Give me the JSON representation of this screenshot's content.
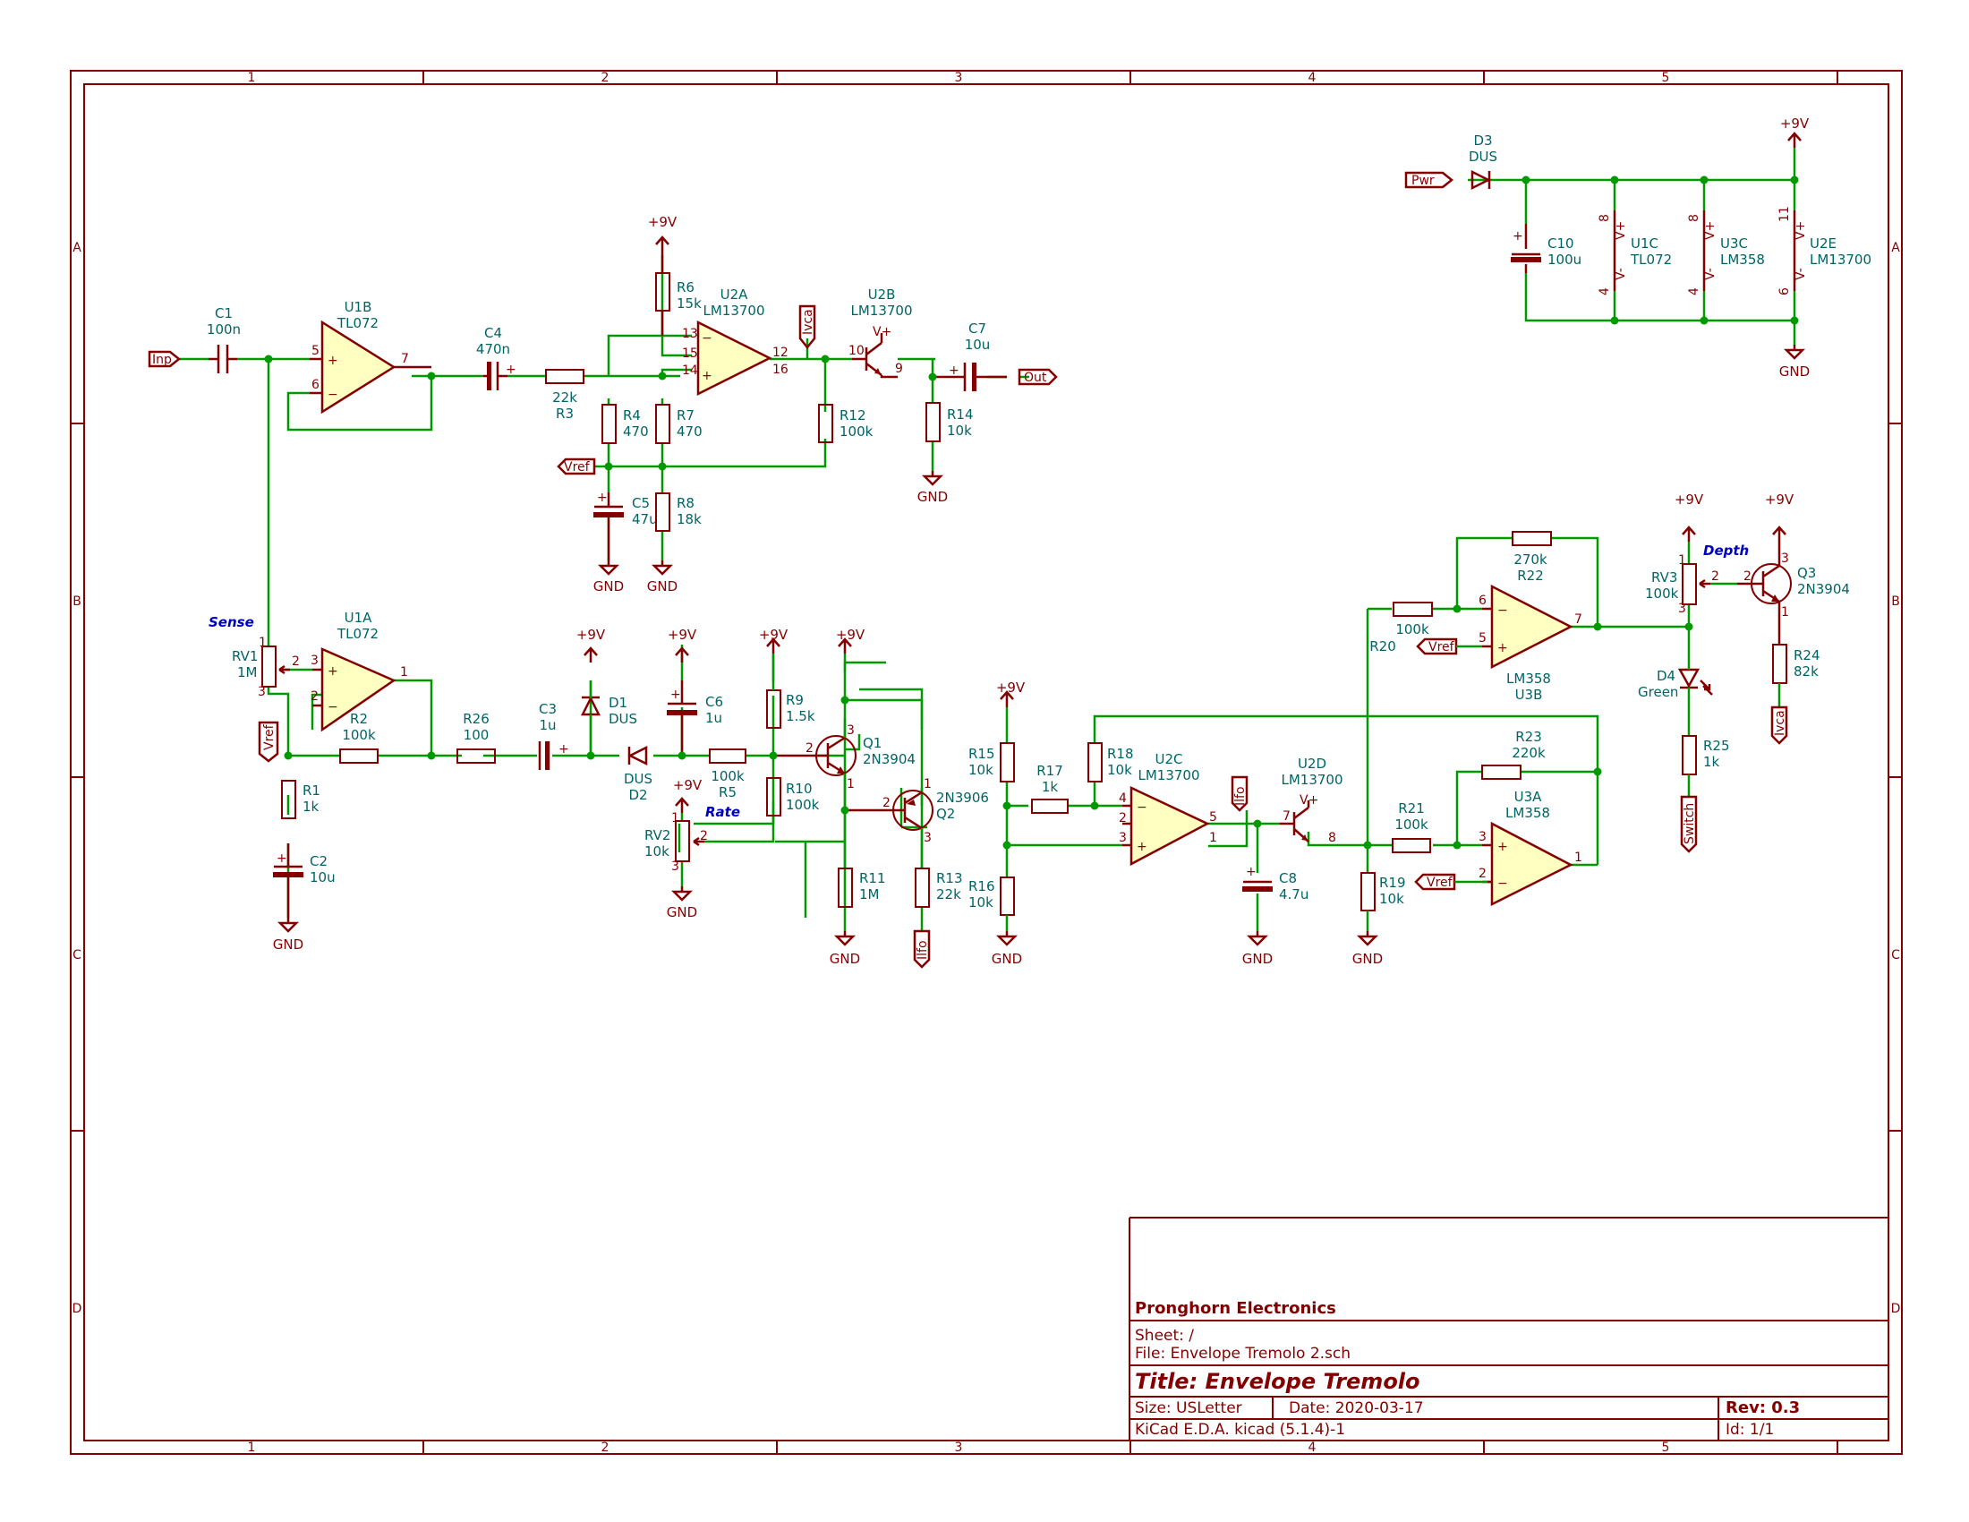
{
  "border": {
    "columns": [
      "1",
      "2",
      "3",
      "4",
      "5"
    ],
    "rows": [
      "A",
      "B",
      "C",
      "D"
    ]
  },
  "net_labels": {
    "inp": "Inp",
    "out": "Out",
    "pwr": "Pwr",
    "vref": "Vref",
    "ivca": "Ivca",
    "ilfo": "Ilfo",
    "switch": "Switch"
  },
  "power": {
    "plus9v": "+9V",
    "gnd": "GND"
  },
  "notes": {
    "sense": "Sense",
    "rate": "Rate",
    "depth": "Depth"
  },
  "components": {
    "C1": {
      "ref": "C1",
      "value": "100n"
    },
    "U1B": {
      "ref": "U1B",
      "value": "TL072"
    },
    "C4": {
      "ref": "C4",
      "value": "470n"
    },
    "R3": {
      "ref": "R3",
      "value": "22k"
    },
    "R6": {
      "ref": "R6",
      "value": "15k"
    },
    "U2A": {
      "ref": "U2A",
      "value": "LM13700"
    },
    "U2B": {
      "ref": "U2B",
      "value": "LM13700"
    },
    "C7": {
      "ref": "C7",
      "value": "10u"
    },
    "R4": {
      "ref": "R4",
      "value": "470"
    },
    "R7": {
      "ref": "R7",
      "value": "470"
    },
    "R12": {
      "ref": "R12",
      "value": "100k"
    },
    "R14": {
      "ref": "R14",
      "value": "10k"
    },
    "C5": {
      "ref": "C5",
      "value": "47u"
    },
    "R8": {
      "ref": "R8",
      "value": "18k"
    },
    "D3": {
      "ref": "D3",
      "value": "DUS"
    },
    "C10": {
      "ref": "C10",
      "value": "100u"
    },
    "U1C": {
      "ref": "U1C",
      "value": "TL072"
    },
    "U3C": {
      "ref": "U3C",
      "value": "LM358"
    },
    "U2E": {
      "ref": "U2E",
      "value": "LM13700"
    },
    "U1A": {
      "ref": "U1A",
      "value": "TL072"
    },
    "RV1": {
      "ref": "RV1",
      "value": "1M"
    },
    "R2": {
      "ref": "R2",
      "value": "100k"
    },
    "R1": {
      "ref": "R1",
      "value": "1k"
    },
    "C2": {
      "ref": "C2",
      "value": "10u"
    },
    "R26": {
      "ref": "R26",
      "value": "100"
    },
    "C3": {
      "ref": "C3",
      "value": "1u"
    },
    "D1": {
      "ref": "D1",
      "value": "DUS"
    },
    "D2": {
      "ref": "D2",
      "value": "DUS"
    },
    "C6": {
      "ref": "C6",
      "value": "1u"
    },
    "R5": {
      "ref": "R5",
      "value": "100k"
    },
    "RV2": {
      "ref": "RV2",
      "value": "10k"
    },
    "R9": {
      "ref": "R9",
      "value": "1.5k"
    },
    "R10": {
      "ref": "R10",
      "value": "100k"
    },
    "Q1": {
      "ref": "Q1",
      "value": "2N3904"
    },
    "Q2": {
      "ref": "Q2",
      "value": "2N3906"
    },
    "R11": {
      "ref": "R11",
      "value": "1M"
    },
    "R13": {
      "ref": "R13",
      "value": "22k"
    },
    "R15": {
      "ref": "R15",
      "value": "10k"
    },
    "R16": {
      "ref": "R16",
      "value": "10k"
    },
    "R17": {
      "ref": "R17",
      "value": "1k"
    },
    "R18": {
      "ref": "R18",
      "value": "10k"
    },
    "U2C": {
      "ref": "U2C",
      "value": "LM13700"
    },
    "C8": {
      "ref": "C8",
      "value": "4.7u"
    },
    "U2D": {
      "ref": "U2D",
      "value": "LM13700"
    },
    "R19": {
      "ref": "R19",
      "value": "10k"
    },
    "R21": {
      "ref": "R21",
      "value": "100k"
    },
    "R23": {
      "ref": "R23",
      "value": "220k"
    },
    "U3A": {
      "ref": "U3A",
      "value": "LM358"
    },
    "R22": {
      "ref": "R22",
      "value": "270k"
    },
    "R20": {
      "ref": "R20",
      "value": "100k"
    },
    "U3B": {
      "ref": "U3B",
      "value": "LM358"
    },
    "RV3": {
      "ref": "RV3",
      "value": "100k"
    },
    "Q3": {
      "ref": "Q3",
      "value": "2N3904"
    },
    "D4": {
      "ref": "D4",
      "value": "Green"
    },
    "R25": {
      "ref": "R25",
      "value": "1k"
    },
    "R24": {
      "ref": "R24",
      "value": "82k"
    }
  },
  "title_block": {
    "company": "Pronghorn Electronics",
    "sheet": "Sheet: /",
    "file": "File: Envelope Tremolo 2.sch",
    "title": "Title: Envelope Tremolo",
    "size": "Size: USLetter",
    "date": "Date: 2020-03-17",
    "rev": "Rev: 0.3",
    "tool": "KiCad E.D.A.  kicad (5.1.4)-1",
    "id": "Id: 1/1"
  }
}
